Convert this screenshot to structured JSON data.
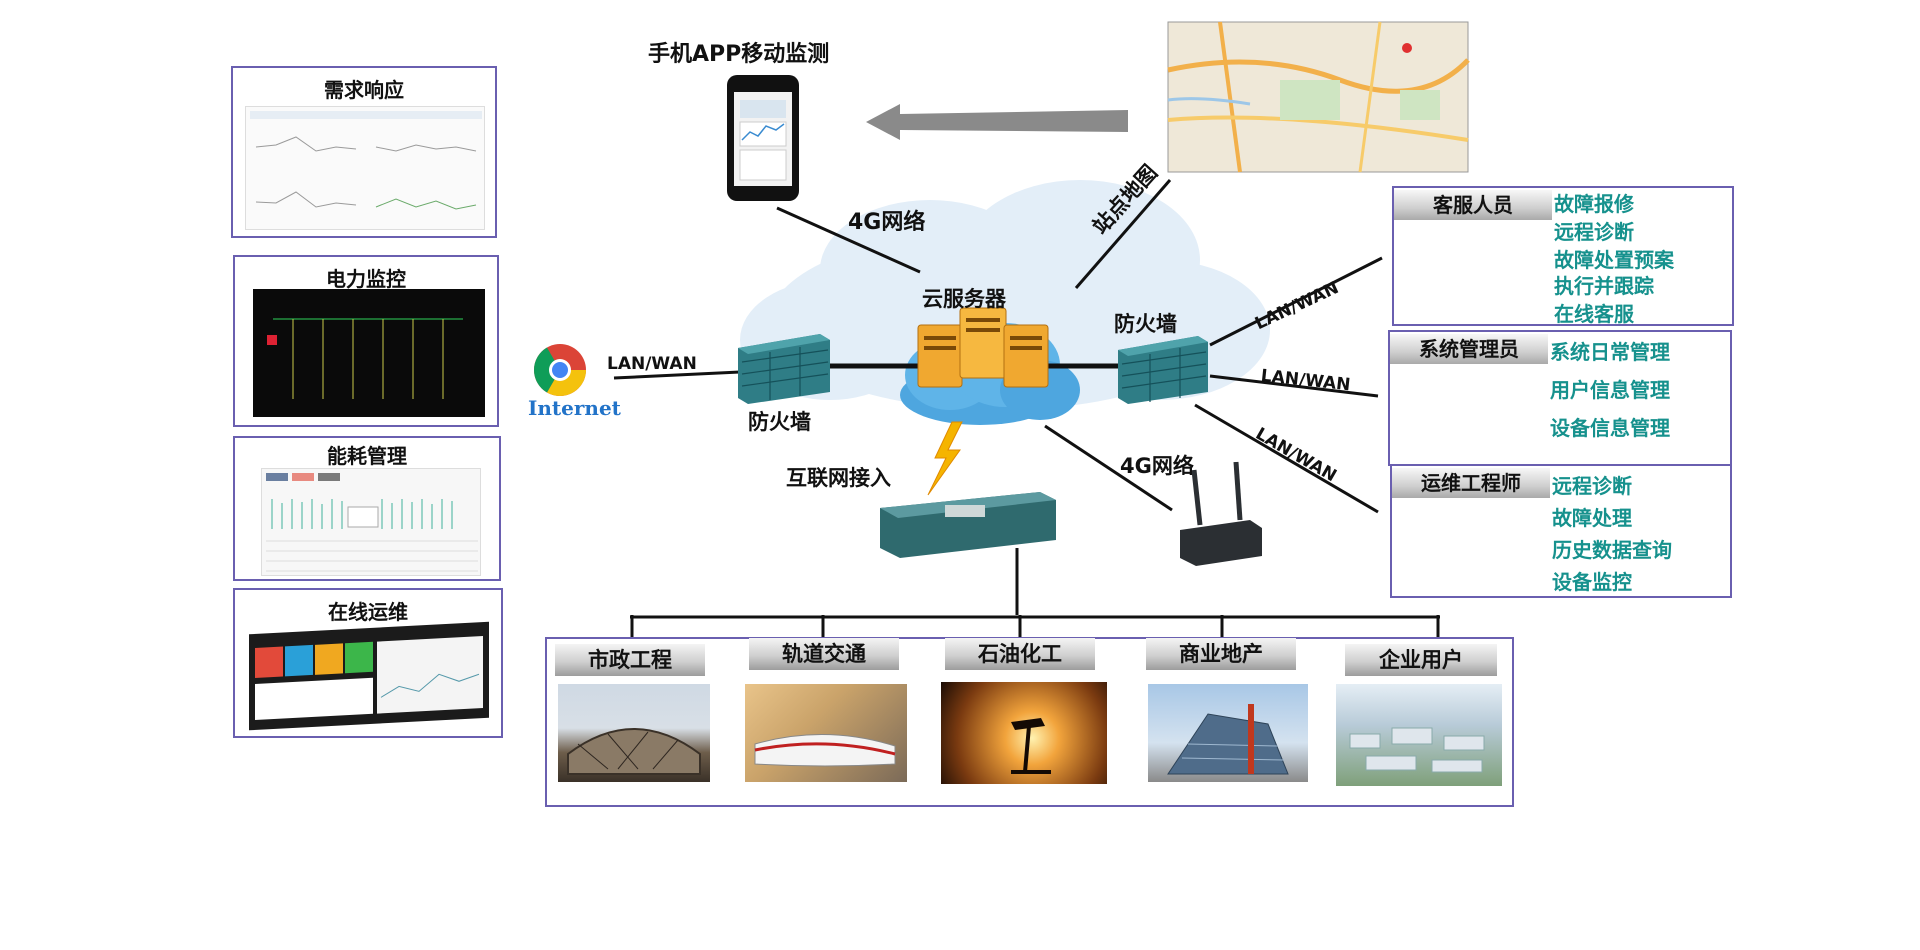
{
  "left_panels": {
    "demand": "需求响应",
    "power": "电力监控",
    "energy": "能耗管理",
    "ops": "在线运维"
  },
  "top": {
    "app_label": "手机APP移动监测",
    "net_4g_top": "4G网络",
    "station_map": "站点地图"
  },
  "center": {
    "cloud_server": "云服务器",
    "firewall_left": "防火墙",
    "firewall_right": "防火墙",
    "internet_access": "互联网接入",
    "net_4g_bottom": "4G网络",
    "internet_logo_text": "Internet",
    "lan_left": "LAN/WAN",
    "lan_r1": "LAN/WAN",
    "lan_r2": "LAN/WAN",
    "lan_r3": "LAN/WAN"
  },
  "roles": [
    {
      "title": "客服人员",
      "items": [
        "故障报修",
        "远程诊断",
        "故障处置预案",
        "执行并跟踪",
        "在线客服"
      ]
    },
    {
      "title": "系统管理员",
      "items": [
        "系统日常管理",
        "用户信息管理",
        "设备信息管理"
      ]
    },
    {
      "title": "运维工程师",
      "items": [
        "远程诊断",
        "故障处理",
        "历史数据查询",
        "设备监控"
      ]
    }
  ],
  "industries": [
    "市政工程",
    "轨道交通",
    "石油化工",
    "商业地产",
    "企业用户"
  ],
  "colors": {
    "accent_teal": "#16918d",
    "panel_border": "#6a5fb0",
    "firewall": "#2f7d86",
    "cloud": "#d8e8f6"
  }
}
